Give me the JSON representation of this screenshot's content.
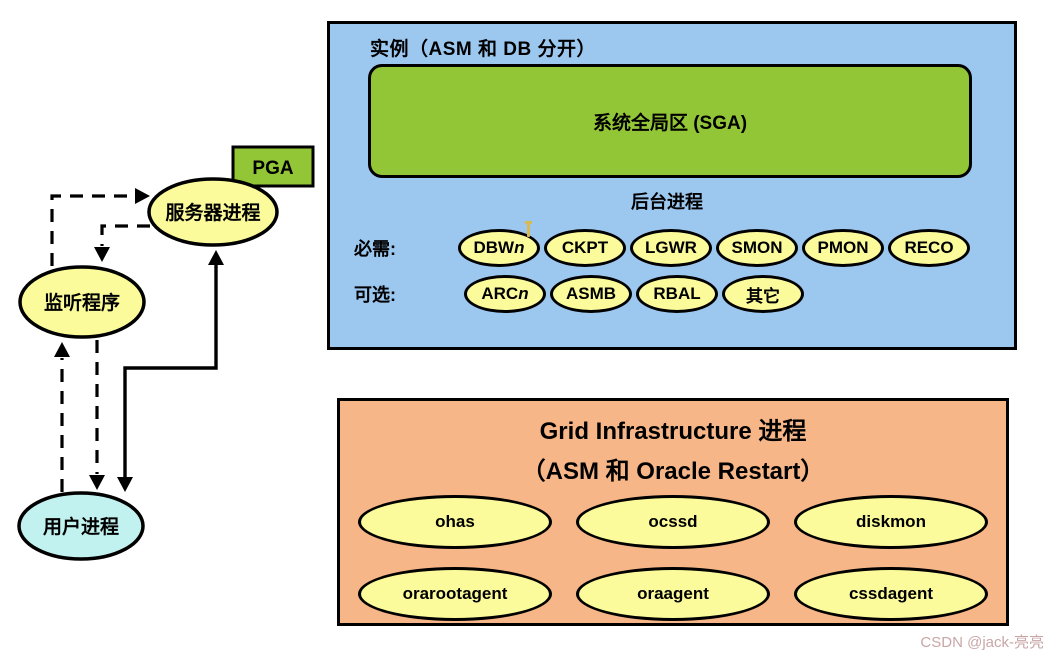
{
  "flow": {
    "pga_label": "PGA",
    "server_process": "服务器进程",
    "listener": "监听程序",
    "user_process": "用户进程"
  },
  "instance": {
    "title": "实例（ASM 和 DB 分开）",
    "sga_label": "系统全局区 (SGA)",
    "background_processes_label": "后台进程",
    "required": {
      "label": "必需:",
      "items": [
        {
          "text": "DBW",
          "italic": "n"
        },
        {
          "text": "CKPT"
        },
        {
          "text": "LGWR"
        },
        {
          "text": "SMON"
        },
        {
          "text": "PMON"
        },
        {
          "text": "RECO"
        }
      ]
    },
    "optional": {
      "label": "可选:",
      "items": [
        {
          "text": "ARC",
          "italic": "n"
        },
        {
          "text": "ASMB"
        },
        {
          "text": "RBAL"
        },
        {
          "text": "其它"
        }
      ]
    }
  },
  "grid": {
    "title_line1": "Grid Infrastructure 进程",
    "title_line2": "（ASM 和 Oracle Restart）",
    "processes": [
      "ohas",
      "ocssd",
      "diskmon",
      "orarootagent",
      "oraagent",
      "cssdagent"
    ]
  },
  "watermark": {
    "text": "CSDN @jack-亮亮"
  },
  "colors": {
    "instance_box_background": "#9CC7EF",
    "sga_fill": "#93C636",
    "pga_fill": "#93C636",
    "process_ellipse_fill": "#FBFB9B",
    "user_process_fill": "#C2F2EF",
    "grid_box_background": "#F6B687",
    "border": "#000000",
    "watermark_color": "#C9A6A6"
  }
}
